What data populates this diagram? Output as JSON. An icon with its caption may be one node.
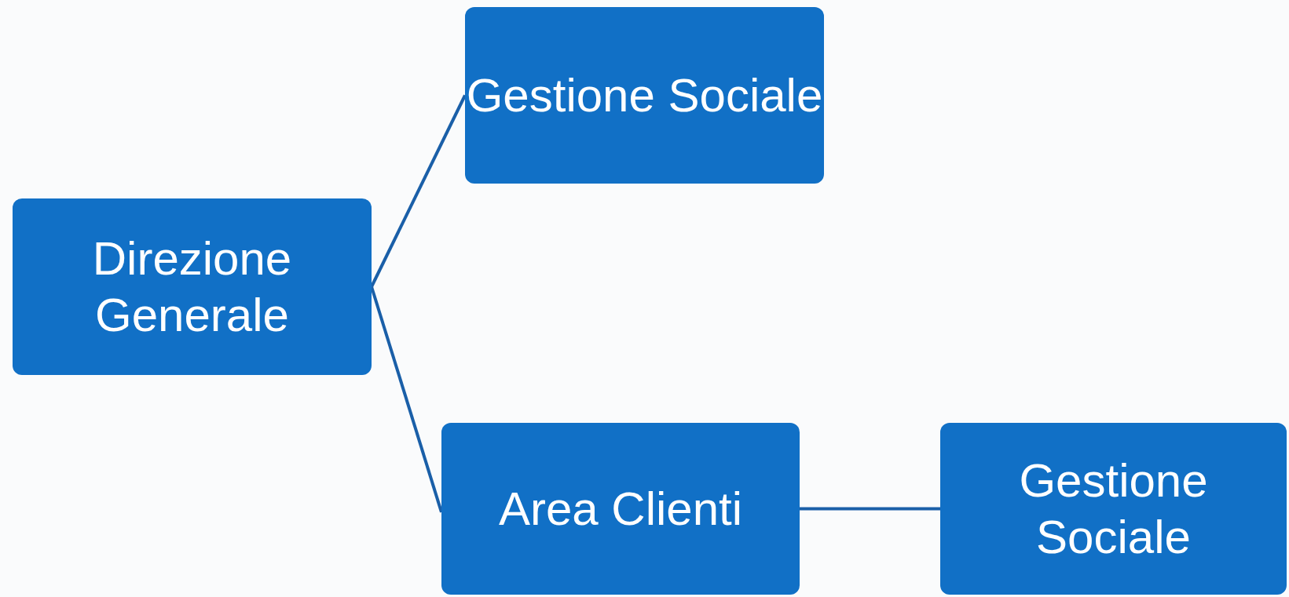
{
  "diagram": {
    "nodes": [
      {
        "text": [
          "Direzione Generale"
        ]
      },
      {
        "text": [
          "Gestione Sociale"
        ]
      },
      {
        "text": [
          "Area Clienti"
        ]
      },
      {
        "text": [
          "Gestione Sociale"
        ]
      }
    ],
    "edges": [
      {
        "from": 0,
        "to": 1,
        "arrow": "none"
      },
      {
        "from": 0,
        "to": 2,
        "arrow": "none"
      },
      {
        "from": 2,
        "to": 3,
        "arrow": "none"
      }
    ]
  }
}
